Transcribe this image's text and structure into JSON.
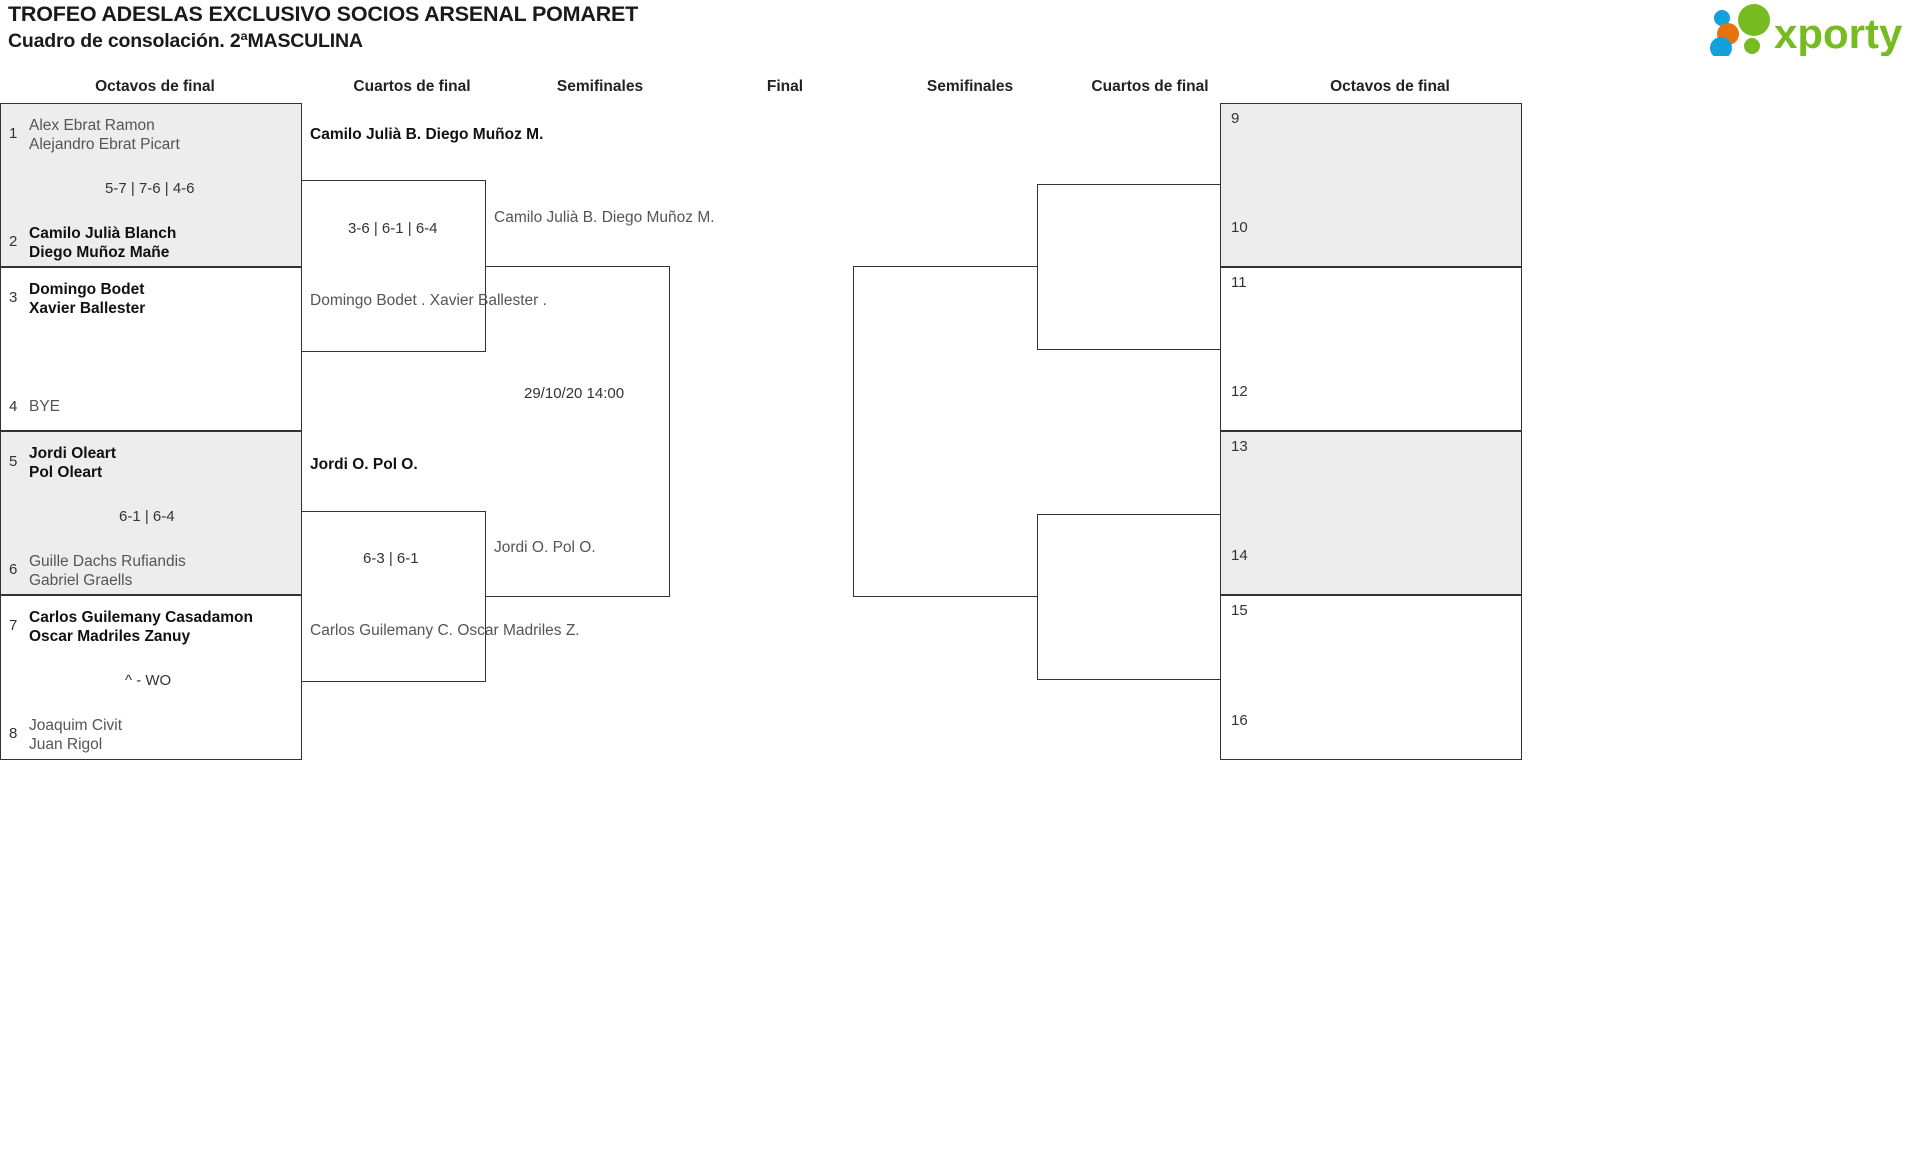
{
  "header": {
    "title_line1": "TROFEO ADESLAS EXCLUSIVO SOCIOS ARSENAL POMARET",
    "title_line2": "Cuadro de consolación. 2ªMASCULINA",
    "logo_text": "xporty",
    "logo_colors": {
      "green": "#76bc21",
      "blue": "#14a0dc",
      "orange": "#e8730c"
    }
  },
  "round_headers": [
    {
      "label": "Octavos de final",
      "side": "left"
    },
    {
      "label": "Cuartos de final",
      "side": "left"
    },
    {
      "label": "Semifinales",
      "side": "left"
    },
    {
      "label": "Final",
      "side": "center"
    },
    {
      "label": "Semifinales",
      "side": "right"
    },
    {
      "label": "Cuartos de final",
      "side": "right"
    },
    {
      "label": "Octavos de final",
      "side": "right"
    }
  ],
  "left_round16": [
    {
      "seed": "1",
      "player1": "Alex Ebrat Ramon",
      "player2": "Alejandro Ebrat Picart",
      "winner": false,
      "shaded": true
    },
    {
      "seed": "2",
      "player1": "Camilo Julià Blanch",
      "player2": "Diego Muñoz Mañe",
      "winner": true,
      "shaded": true
    },
    {
      "seed": "3",
      "player1": "Domingo Bodet",
      "player2": "Xavier Ballester",
      "winner": true,
      "shaded": false
    },
    {
      "seed": "4",
      "player1": "BYE",
      "player2": "",
      "winner": false,
      "shaded": false
    },
    {
      "seed": "5",
      "player1": "Jordi Oleart",
      "player2": "Pol Oleart",
      "winner": true,
      "shaded": true
    },
    {
      "seed": "6",
      "player1": "Guille Dachs Rufiandis",
      "player2": "Gabriel Graells",
      "winner": false,
      "shaded": true
    },
    {
      "seed": "7",
      "player1": "Carlos Guilemany Casadamon",
      "player2": "Oscar Madriles Zanuy",
      "winner": true,
      "shaded": false
    },
    {
      "seed": "8",
      "player1": "Joaquim Civit",
      "player2": "Juan Rigol",
      "winner": false,
      "shaded": false
    }
  ],
  "left_round16_scores": [
    "5-7 | 7-6 | 4-6",
    "",
    "6-1 | 6-4",
    "^ - WO"
  ],
  "left_quarters": [
    {
      "player1": "Camilo Julià B.",
      "player2": "Diego Muñoz M.",
      "winner": true
    },
    {
      "player1": "Domingo Bodet .",
      "player2": "Xavier Ballester .",
      "winner": false
    },
    {
      "player1": "Jordi O.",
      "player2": "Pol O.",
      "winner": true
    },
    {
      "player1": "Carlos Guilemany C.",
      "player2": "Oscar Madriles Z.",
      "winner": false
    }
  ],
  "left_quarter_scores": [
    "3-6 | 6-1 | 6-4",
    "6-3 | 6-1"
  ],
  "left_semis": [
    {
      "player1": "Camilo Julià B.",
      "player2": "Diego Muñoz M.",
      "winner": false
    },
    {
      "player1": "Jordi O.",
      "player2": "Pol O.",
      "winner": false
    }
  ],
  "left_semi_date": "29/10/20 14:00",
  "right_round16": [
    {
      "number": "9",
      "shaded": true
    },
    {
      "number": "10",
      "shaded": true
    },
    {
      "number": "11",
      "shaded": false
    },
    {
      "number": "12",
      "shaded": false
    },
    {
      "number": "13",
      "shaded": true
    },
    {
      "number": "14",
      "shaded": true
    },
    {
      "number": "15",
      "shaded": false
    },
    {
      "number": "16",
      "shaded": false
    }
  ]
}
